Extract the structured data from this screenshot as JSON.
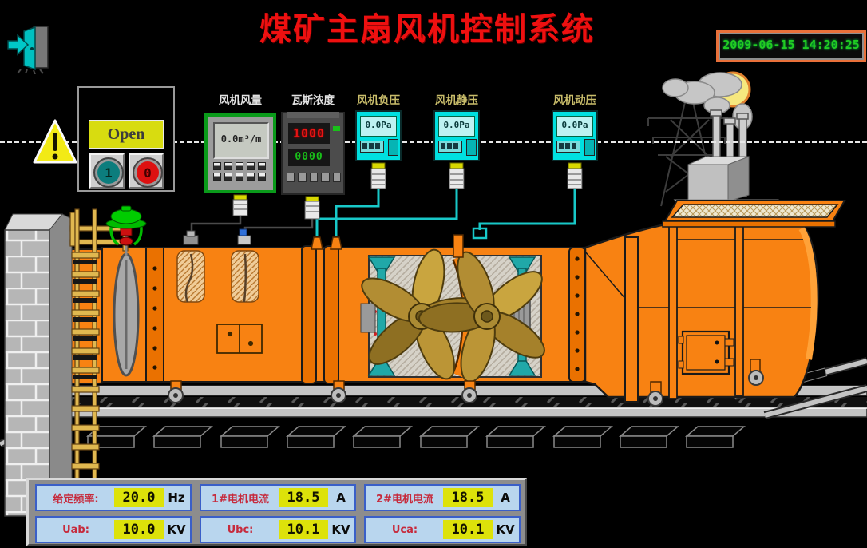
{
  "title": "煤矿主扇风机控制系统",
  "clock": {
    "datetime": "2009-06-15 14:20:25"
  },
  "icons": {
    "top_left": "exit-door",
    "alarm": "warning-triangle"
  },
  "control_panel": {
    "open_label": "Open",
    "start_button_glyph": "1",
    "stop_button_glyph": "0"
  },
  "meters": {
    "air_volume": {
      "label": "风机风量",
      "value": "0.0m³/m"
    },
    "gas": {
      "label": "瓦斯浓度",
      "value_red": "1000",
      "value_green": "0000"
    },
    "neg_pressure": {
      "label": "风机负压",
      "value": "0.0Pa"
    },
    "static_pressure": {
      "label": "风机静压",
      "value": "0.0Pa"
    },
    "dyn_pressure": {
      "label": "风机动压",
      "value": "0.0Pa"
    }
  },
  "bottom_panel": {
    "cells": [
      {
        "label": "给定频率:",
        "value": "20.0",
        "unit": "Hz"
      },
      {
        "label": "1#电机电流",
        "value": "18.5",
        "unit": "A"
      },
      {
        "label": "2#电机电流",
        "value": "18.5",
        "unit": "A"
      },
      {
        "label": "Uab:",
        "value": "10.0",
        "unit": "KV"
      },
      {
        "label": "Ubc:",
        "value": "10.1",
        "unit": "KV"
      },
      {
        "label": "Uca:",
        "value": "10.1",
        "unit": "KV"
      }
    ]
  },
  "colors": {
    "title_red": "#ee1010",
    "clock_green": "#22cc22",
    "clock_frame": "#e8703a",
    "duct_orange": "#f88212",
    "flange_orange": "#ea7100",
    "meter_cyan": "#00e0e0",
    "meter_green_frame": "#0a9a1a",
    "value_yellow": "#dde20a",
    "open_yellow": "#d8dc10",
    "cell_blue": "#b9d6ee",
    "cell_border_blue": "#3a5fc8",
    "label_red": "#c62a3c",
    "start_teal": "#0c7d7d",
    "stop_red": "#dd1111"
  }
}
